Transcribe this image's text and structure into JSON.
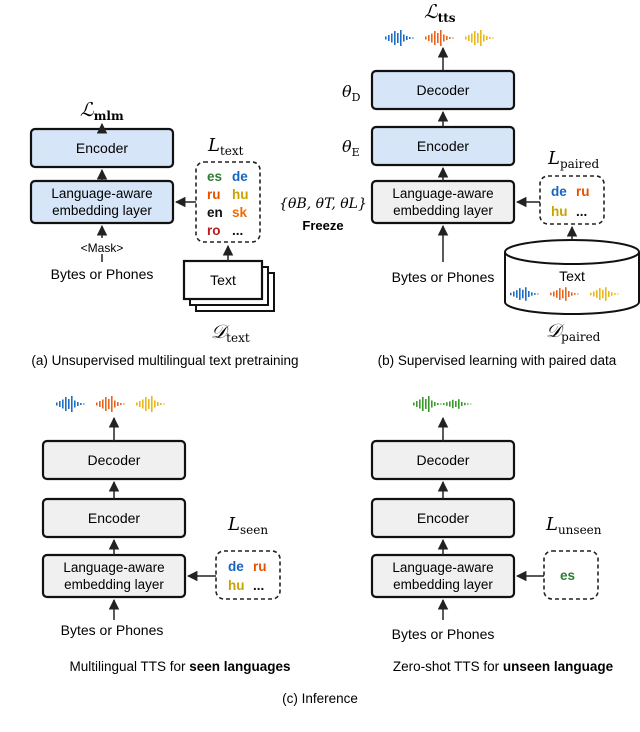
{
  "panel_a": {
    "loss_symbol": "ℒ",
    "loss_sub": "mlm",
    "encoder_label": "Encoder",
    "embed_line1": "Language-aware",
    "embed_line2": "embedding layer",
    "mask_label": "<Mask>",
    "input_label": "Bytes or Phones",
    "lang_set_symbol": "L",
    "lang_set_sub": "text",
    "lang_codes": [
      {
        "code": "es",
        "color": "#2e7d32"
      },
      {
        "code": "de",
        "color": "#1565c0"
      },
      {
        "code": "ru",
        "color": "#e65100"
      },
      {
        "code": "hu",
        "color": "#c9a400"
      },
      {
        "code": "en",
        "color": "#111111"
      },
      {
        "code": "sk",
        "color": "#ef6c00"
      },
      {
        "code": "ro",
        "color": "#b71c1c"
      },
      {
        "code": "...",
        "color": "#111111"
      }
    ],
    "text_doc_label": "Text",
    "dataset_symbol": "𝒟",
    "dataset_sub": "text",
    "caption": "(a) Unsupervised multilingual text pretraining"
  },
  "panel_b": {
    "loss_symbol": "ℒ",
    "loss_sub": "tts",
    "theta_d": "θ",
    "theta_d_sub": "D",
    "theta_e": "θ",
    "theta_e_sub": "E",
    "decoder_label": "Decoder",
    "encoder_label": "Encoder",
    "embed_line1": "Language-aware",
    "embed_line2": "embedding layer",
    "frozen_params": "{θB, θT, θL}",
    "freeze_label": "Freeze",
    "input_label": "Bytes or Phones",
    "lang_set_symbol": "L",
    "lang_set_sub": "paired",
    "lang_codes": [
      {
        "code": "de",
        "color": "#1565c0"
      },
      {
        "code": "ru",
        "color": "#e65100"
      },
      {
        "code": "hu",
        "color": "#c9a400"
      },
      {
        "code": "...",
        "color": "#111111"
      }
    ],
    "db_label": "Text",
    "dataset_symbol": "𝒟",
    "dataset_sub": "paired",
    "caption": "(b) Supervised learning with paired data"
  },
  "panel_c_left": {
    "decoder_label": "Decoder",
    "encoder_label": "Encoder",
    "embed_line1": "Language-aware",
    "embed_line2": "embedding layer",
    "input_label": "Bytes or Phones",
    "lang_set_symbol": "L",
    "lang_set_sub": "seen",
    "lang_codes": [
      {
        "code": "de",
        "color": "#1565c0"
      },
      {
        "code": "ru",
        "color": "#e65100"
      },
      {
        "code": "hu",
        "color": "#c9a400"
      },
      {
        "code": "...",
        "color": "#111111"
      }
    ],
    "caption_plain": "Multilingual TTS for ",
    "caption_bold": "seen languages"
  },
  "panel_c_right": {
    "decoder_label": "Decoder",
    "encoder_label": "Encoder",
    "embed_line1": "Language-aware",
    "embed_line2": "embedding layer",
    "input_label": "Bytes or Phones",
    "lang_set_symbol": "L",
    "lang_set_sub": "unseen",
    "lang_codes": [
      {
        "code": "es",
        "color": "#2e7d32"
      }
    ],
    "caption_plain": "Zero-shot TTS for ",
    "caption_bold": "unseen language"
  },
  "panel_c_caption": "(c) Inference",
  "colors": {
    "blue_box": "#d6e6f8",
    "gray_box": "#f0f0f0",
    "wave_blue": "#1e6fc4",
    "wave_orange": "#e8641e",
    "wave_yellow": "#e8b818",
    "wave_green": "#3a9a2a"
  }
}
